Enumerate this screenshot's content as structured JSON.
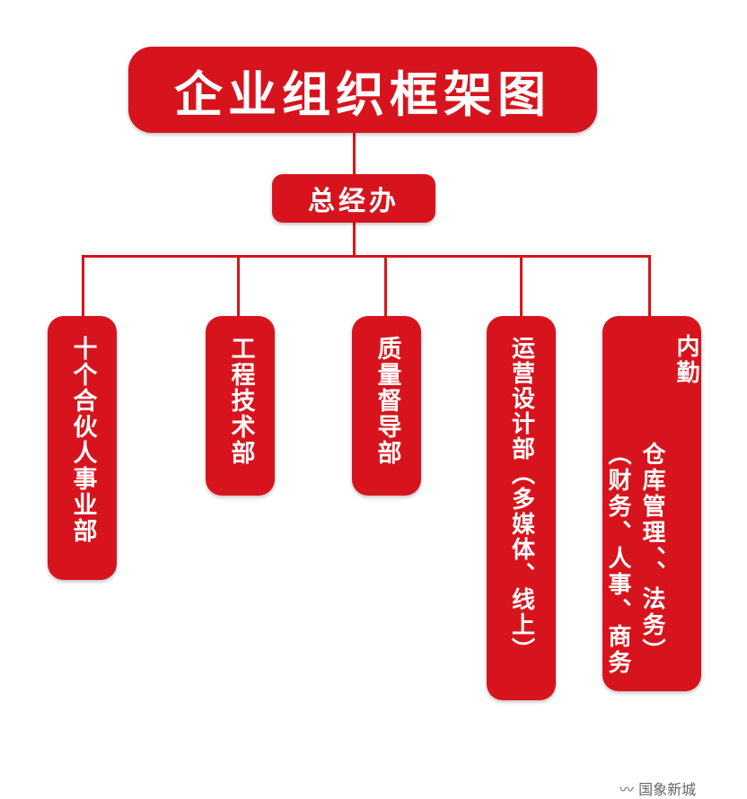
{
  "title": "企业组织框架图",
  "general_office": "总经办",
  "departments": [
    {
      "label": "十个合伙人事业部"
    },
    {
      "label": "工程技术部"
    },
    {
      "label": "质量督导部"
    },
    {
      "label": "运营设计部（多媒体、线上）"
    },
    {
      "label_main": "内勤",
      "label_col2": "仓库管理、、法务）",
      "label_col3": "（财务、人事、商务"
    }
  ],
  "colors": {
    "accent": "#d7141d",
    "text": "#ffffff"
  },
  "watermark": "〰 国象新城"
}
